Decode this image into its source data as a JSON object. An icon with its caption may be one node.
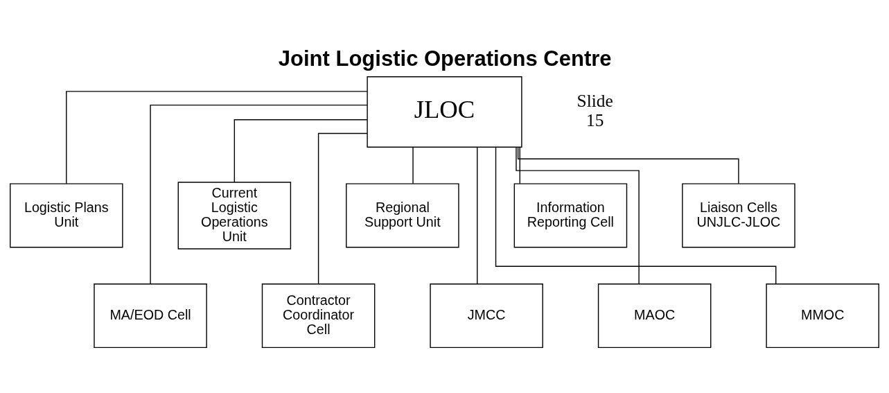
{
  "diagram": {
    "title": "Joint Logistic Operations Centre",
    "nodes": [
      {
        "text": [
          "JLOC"
        ]
      },
      {
        "text": [
          "Logistic Plans Unit"
        ]
      },
      {
        "text": [
          "MA/EOD Cell"
        ]
      },
      {
        "text": [
          "Current Logistic Operations Unit"
        ]
      },
      {
        "text": [
          "Contractor Coordinator Cell"
        ]
      },
      {
        "text": [
          "Regional Support Unit"
        ]
      },
      {
        "text": [
          "JMCC"
        ]
      },
      {
        "text": [
          "Information Reporting Cell"
        ]
      },
      {
        "text": [
          "MAOC"
        ]
      },
      {
        "text": [
          "Liaison Cells UNJLC-JLOC"
        ]
      },
      {
        "text": [
          "MMOC"
        ]
      }
    ],
    "edges": [
      {
        "from": 0,
        "to": 1,
        "arrow": "none"
      },
      {
        "from": 0,
        "to": 2,
        "arrow": "none"
      },
      {
        "from": 0,
        "to": 3,
        "arrow": "none"
      },
      {
        "from": 0,
        "to": 4,
        "arrow": "none"
      },
      {
        "from": 0,
        "to": 5,
        "arrow": "none"
      },
      {
        "from": 0,
        "to": 6,
        "arrow": "none"
      },
      {
        "from": 0,
        "to": 7,
        "arrow": "none"
      },
      {
        "from": 0,
        "to": 8,
        "arrow": "none"
      },
      {
        "from": 0,
        "to": 9,
        "arrow": "none"
      },
      {
        "from": 0,
        "to": 10,
        "arrow": "none"
      }
    ],
    "labels": [
      "Slide 15"
    ]
  }
}
